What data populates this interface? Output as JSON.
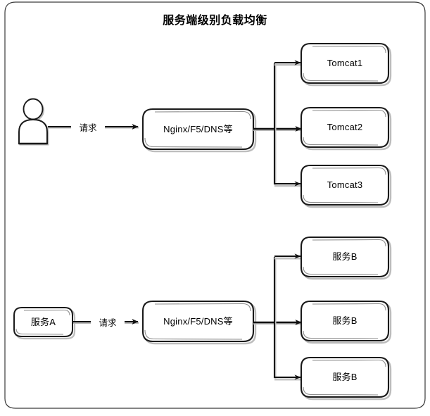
{
  "diagram": {
    "title": "服务端级别负载均衡",
    "frame": {
      "shape": "rounded-rectangle",
      "stroke": "#333333"
    },
    "style": {
      "stroke": "#1a1a1a",
      "fill": "#ffffff",
      "shadow": "#b5b5b5",
      "text": "#000000"
    },
    "top_flow": {
      "actor": {
        "name": "user-actor",
        "label": ""
      },
      "request_label": "请求",
      "balancer": {
        "label": "Nginx/F5/DNS等"
      },
      "targets": [
        {
          "label": "Tomcat1"
        },
        {
          "label": "Tomcat2"
        },
        {
          "label": "Tomcat3"
        }
      ]
    },
    "bottom_flow": {
      "source": {
        "label": "服务A"
      },
      "request_label": "请求",
      "balancer": {
        "label": "Nginx/F5/DNS等"
      },
      "targets": [
        {
          "label": "服务B"
        },
        {
          "label": "服务B"
        },
        {
          "label": "服务B"
        }
      ]
    }
  }
}
